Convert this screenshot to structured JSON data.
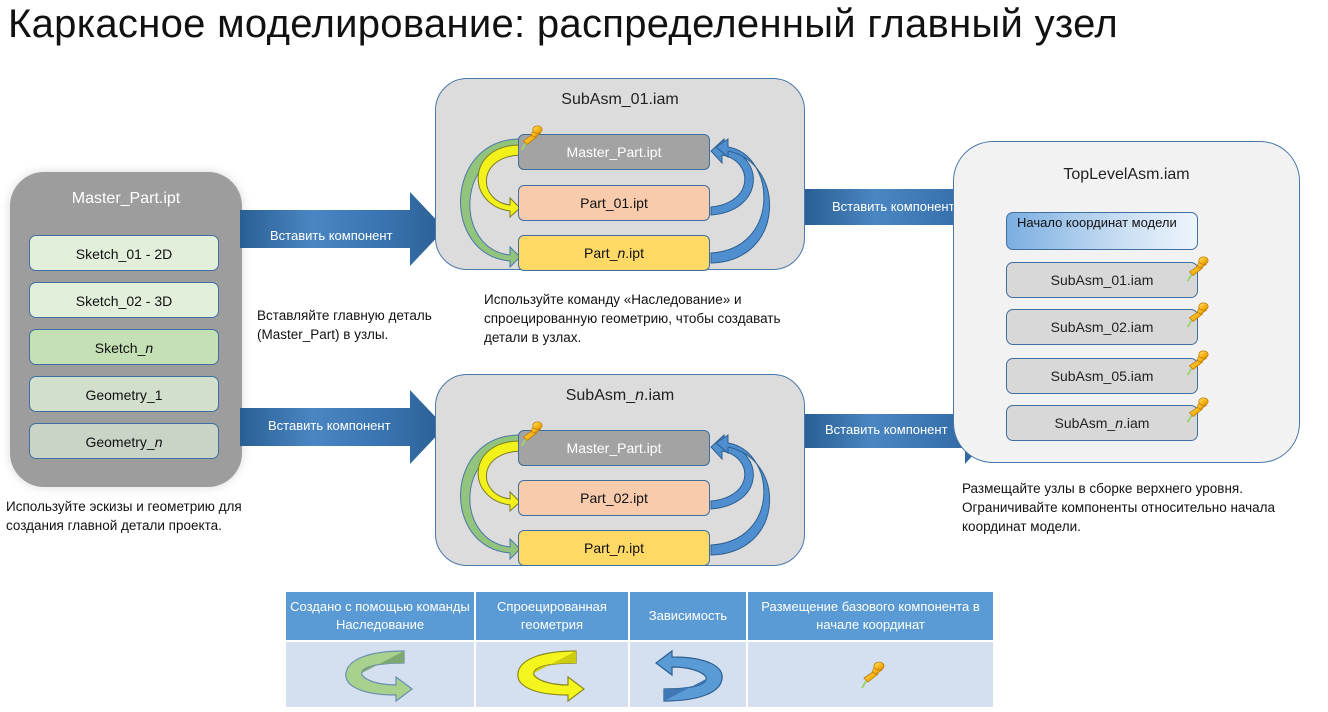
{
  "title": "Каркасное моделирование: распределенный главный узел",
  "master_part": {
    "title": "Master_Part.ipt",
    "items": [
      {
        "label": "Sketch_01 - 2D",
        "color": "#e2efda"
      },
      {
        "label": "Sketch_02 - 3D",
        "color": "#e2efda"
      },
      {
        "label_prefix": "Sketch_",
        "label_italic": "n",
        "label_suffix": "",
        "color": "#c5e0b4"
      },
      {
        "label": "Geometry_1",
        "color": "#d2dfcc"
      },
      {
        "label_prefix": "Geometry_",
        "label_italic": "n",
        "label_suffix": "",
        "color": "#c9d3c6"
      }
    ],
    "note": "Используйте эскизы и геометрию для создания главной детали проекта."
  },
  "insert_arrows": {
    "label": "Вставить компонент",
    "color": "#2e6da4"
  },
  "middle_note": "Вставляйте главную деталь (Master_Part) в узлы.",
  "sub_assemblies": [
    {
      "title_prefix": "SubAsm_01.iam",
      "title_italic": "",
      "title_suffix": "",
      "master": "Master_Part.ipt",
      "part": "Part_01.ipt",
      "partn_prefix": "Part_",
      "partn_italic": "n",
      "partn_suffix": ".ipt"
    },
    {
      "title_prefix": "SubAsm_",
      "title_italic": "n",
      "title_suffix": ".iam",
      "master": "Master_Part.ipt",
      "part": "Part_02.ipt",
      "partn_prefix": "Part_",
      "partn_italic": "n",
      "partn_suffix": ".ipt"
    }
  ],
  "sub_note": "Используйте команду «Наследование» и спроецированную геометрию, чтобы создавать детали в  узлах.",
  "top_level": {
    "title": "TopLevelAsm.iam",
    "origin": "Начало координат модели",
    "items": [
      {
        "prefix": "SubAsm_01.iam",
        "italic": "",
        "suffix": ""
      },
      {
        "prefix": "SubAsm_02.iam",
        "italic": "",
        "suffix": ""
      },
      {
        "prefix": "SubAsm_05.iam",
        "italic": "",
        "suffix": ""
      },
      {
        "prefix": "SubAsm_",
        "italic": "n",
        "suffix": ".iam"
      }
    ],
    "note": "Размещайте узлы в сборке верхнего уровня. Ограничивайте компоненты относительно начала координат модели."
  },
  "legend": {
    "headers": [
      "Создано с помощью команды Наследование",
      "Спроецированная геометрия",
      "Зависимость",
      "Размещение базового компонента в начале координат"
    ],
    "icons": [
      "derive-arrow-icon",
      "projected-geometry-arrow-icon",
      "dependency-arrow-icon",
      "grounded-pin-icon"
    ]
  },
  "colors": {
    "derive_green": "#93c47d",
    "projected_yellow": "#f2f21a",
    "dependency_blue": "#4f8fcf",
    "pin_orange": "#f5b417",
    "panel_border": "#4a78a8"
  }
}
